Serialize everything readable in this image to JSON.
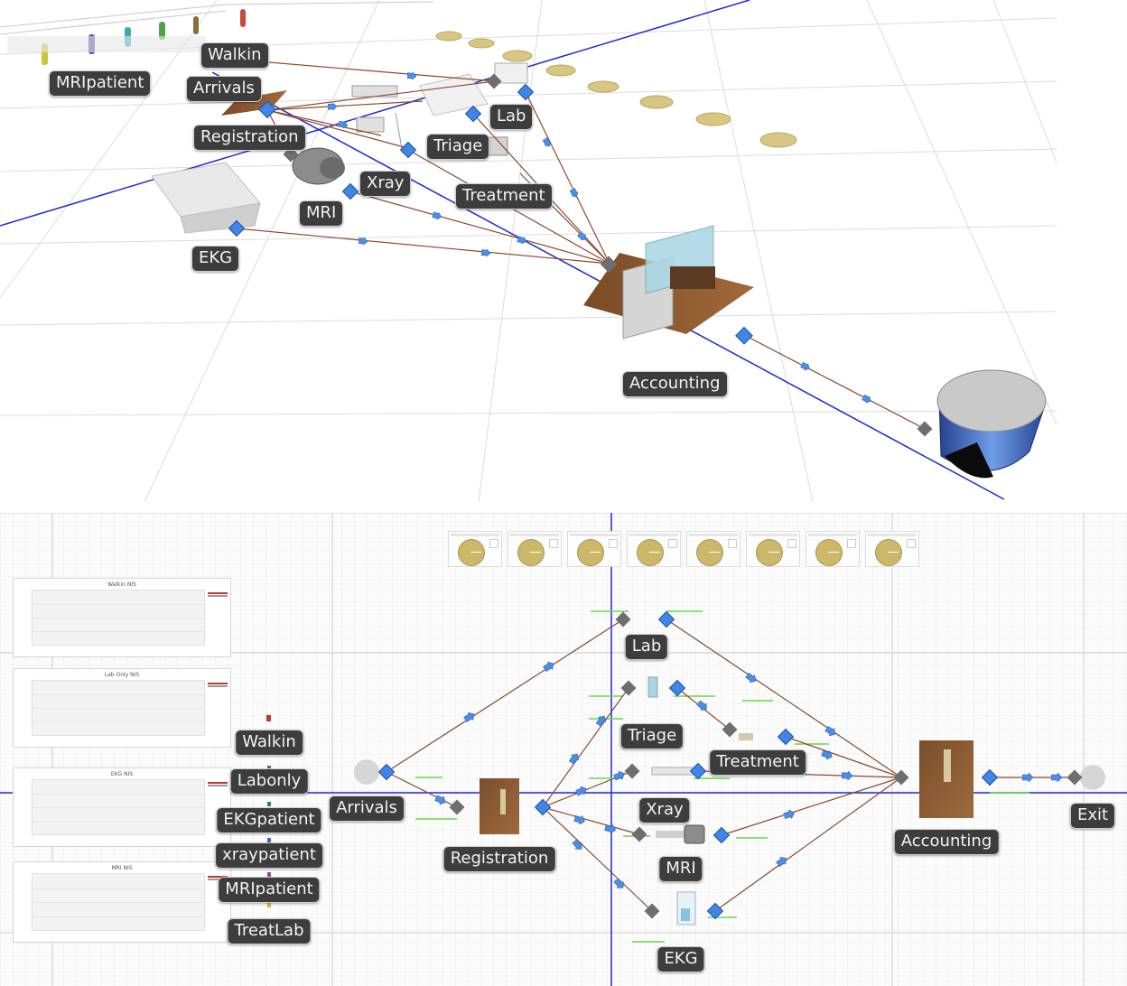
{
  "view3d": {
    "labels": {
      "walkin": "Walkin",
      "arrivals": "Arrivals",
      "mripatient": "MRIpatient",
      "registration": "Registration",
      "lab": "Lab",
      "triage": "Triage",
      "xray": "Xray",
      "treatment": "Treatment",
      "mri": "MRI",
      "ekg": "EKG",
      "accounting": "Accounting"
    }
  },
  "view2d": {
    "labels": {
      "walkin": "Walkin",
      "labonly": "Labonly",
      "ekgpatient": "EKGpatient",
      "xraypatient": "xraypatient",
      "mripatient": "MRIpatient",
      "treatlab": "TreatLab",
      "arrivals": "Arrivals",
      "registration": "Registration",
      "lab": "Lab",
      "triage": "Triage",
      "treatment": "Treatment",
      "xray": "Xray",
      "mri": "MRI",
      "ekg": "EKG",
      "accounting": "Accounting",
      "exit": "Exit"
    },
    "charts": [
      {
        "title": "Walkin NIS"
      },
      {
        "title": "Lab Only NIS"
      },
      {
        "title": "EKG NIS"
      },
      {
        "title": "MRI NIS"
      }
    ],
    "pie_count": 8
  },
  "colors": {
    "label_bg": "#3d3d3d",
    "node_blue": "#3f86e8",
    "node_gray": "#6e6e6e",
    "connector": "#8b4a2a",
    "axis_blue": "#1c2ad6",
    "wood": "#8a5a32"
  }
}
